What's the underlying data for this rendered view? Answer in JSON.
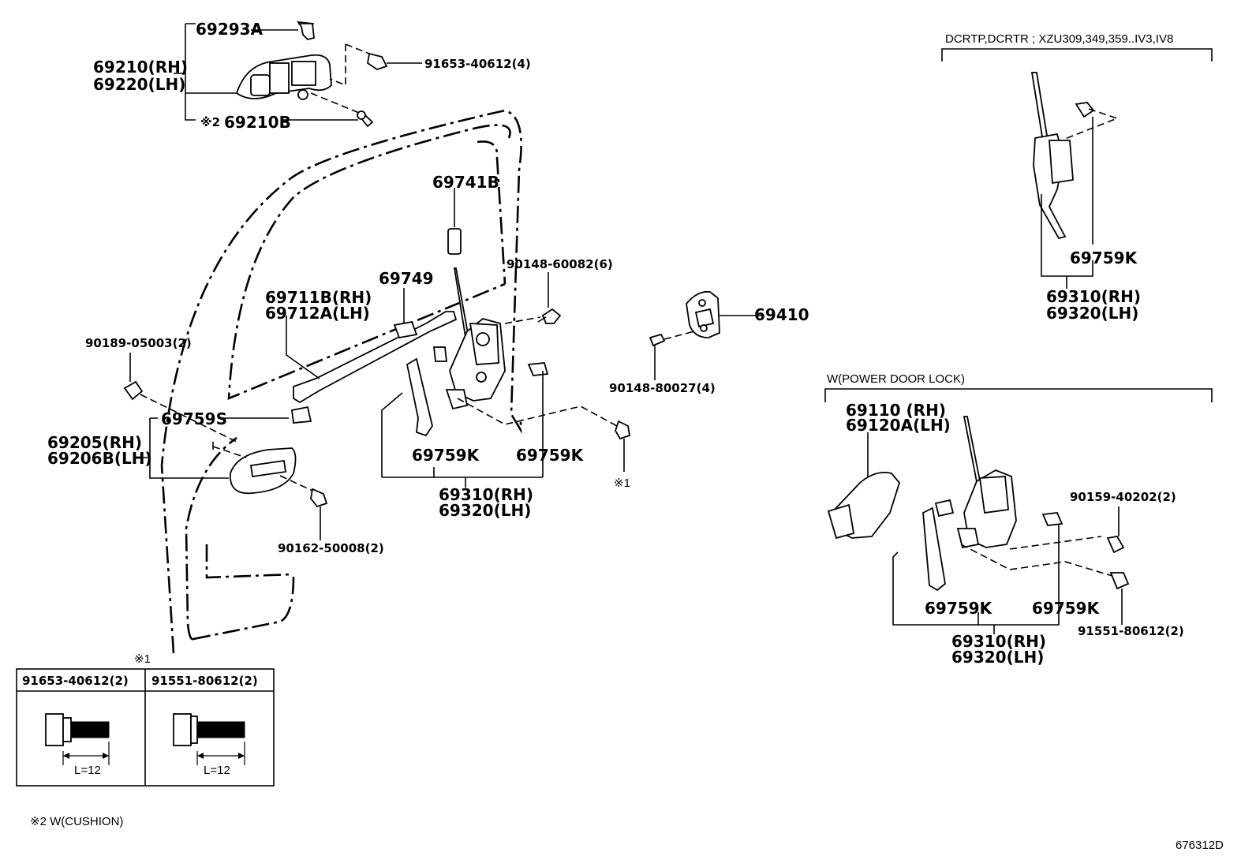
{
  "labels": {
    "p69293A": "69293A",
    "p69210_rh": "69210(RH)",
    "p69220_lh": "69220(LH)",
    "p69210B_mark": "※2",
    "p69210B": "69210B",
    "p91653_40612_4": "91653-40612(4)",
    "p69741B": "69741B",
    "p90148_60082": "90148-60082(6)",
    "p69749": "69749",
    "p69711B": "69711B(RH)",
    "p69712A": "69712A(LH)",
    "p90189": "90189-05003(2)",
    "p69759S": "69759S",
    "p69205": "69205(RH)",
    "p69206B": "69206B(LH)",
    "p69759K_a": "69759K",
    "p69759K_b": "69759K",
    "p69310_main": "69310(RH)",
    "p69320_main": "69320(LH)",
    "p90162": "90162-50008(2)",
    "mark1": "※1",
    "p69410": "69410",
    "p90148_80027": "90148-80027(4)",
    "tr_caption": "DCRTP,DCRTR ; XZU309,349,359..IV3,IV8",
    "tr_69759K": "69759K",
    "tr_69310": "69310(RH)",
    "tr_69320": "69320(LH)",
    "pw_caption": "W(POWER DOOR LOCK)",
    "pw_69110": "69110 (RH)",
    "pw_69120A": "69120A(LH)",
    "pw_90159": "90159-40202(2)",
    "pw_69759K_a": "69759K",
    "pw_69759K_b": "69759K",
    "pw_91551": "91551-80612(2)",
    "pw_69310": "69310(RH)",
    "pw_69320": "69320(LH)"
  },
  "detail_table": {
    "marker": "※1",
    "columns": [
      {
        "part": "91653-40612(2)",
        "length": "L=12"
      },
      {
        "part": "91551-80612(2)",
        "length": "L=12"
      }
    ]
  },
  "footnote": "※2 W(CUSHION)",
  "diagram_code": "676312D"
}
